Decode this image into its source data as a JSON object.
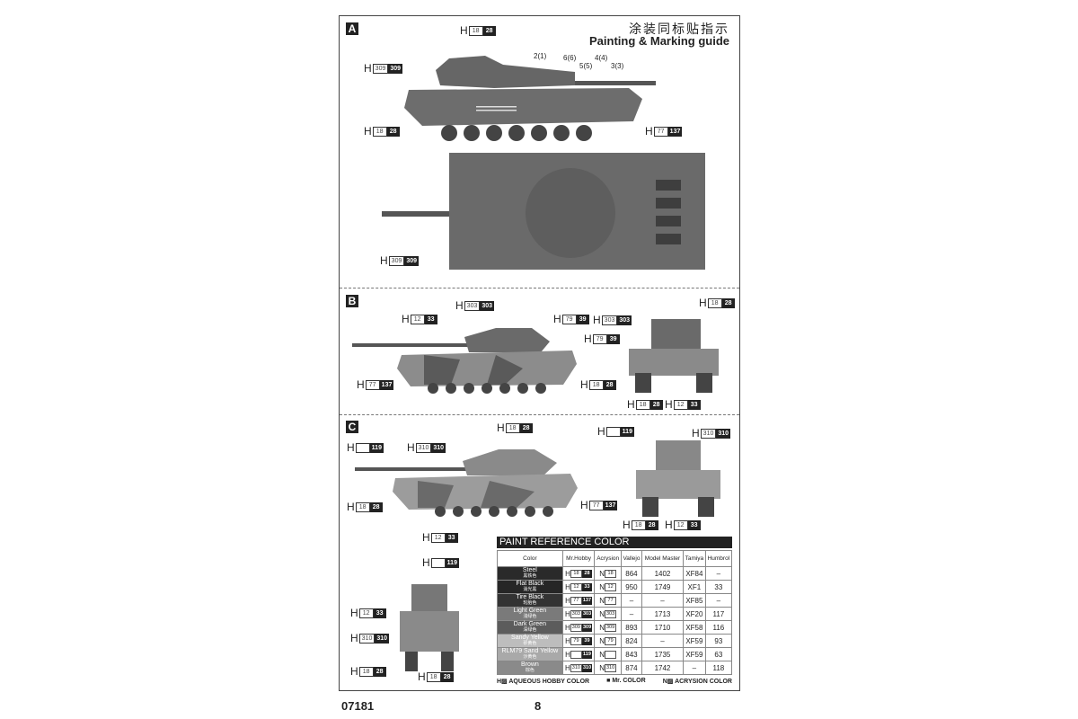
{
  "title_cn": "涂装同标贴指示",
  "title_en": "Painting & Marking guide",
  "sections": [
    "A",
    "B",
    "C"
  ],
  "markings": [
    "2(1)",
    "6(6)",
    "5(5)",
    "4(4)",
    "3(3)"
  ],
  "callouts": [
    [
      "18",
      "28"
    ],
    [
      "309",
      "309"
    ],
    [
      "18",
      "28"
    ],
    [
      "77",
      "137"
    ],
    [
      "309",
      "309"
    ],
    [
      "303",
      "303"
    ],
    [
      "12",
      "33"
    ],
    [
      "79",
      "39"
    ],
    [
      "77",
      "137"
    ],
    [
      "18",
      "28"
    ],
    [
      "303",
      "303"
    ],
    [
      "18",
      "28"
    ],
    [
      "79",
      "39"
    ],
    [
      "18",
      "28"
    ],
    [
      "12",
      "33"
    ],
    [
      "18",
      "28"
    ],
    [
      "",
      "119"
    ],
    [
      "310",
      "310"
    ],
    [
      "77",
      "137"
    ],
    [
      "18",
      "28"
    ],
    [
      "12",
      "33"
    ],
    [
      "",
      "119"
    ],
    [
      "310",
      "310"
    ],
    [
      "18",
      "28"
    ],
    [
      "12",
      "33"
    ],
    [
      "",
      "119"
    ],
    [
      "12",
      "33"
    ],
    [
      "310",
      "310"
    ],
    [
      "18",
      "28"
    ],
    [
      "18",
      "28"
    ]
  ],
  "callout_prefix": "H",
  "paint_table": {
    "title": "PAINT REFERENCE COLOR",
    "headers": [
      "Color",
      "Mr.Hobby",
      "Acrysion",
      "Vallejo",
      "Model Master",
      "Tamiya",
      "Humbrol"
    ],
    "rows": [
      {
        "name": "Steel",
        "cn": "黑铁色",
        "bg": "#2a2a2a",
        "h": [
          "18",
          "28"
        ],
        "n": "18",
        "vallejo": "864",
        "mm": "1402",
        "tamiya": "XF84",
        "humbrol": "–"
      },
      {
        "name": "Flat Black",
        "cn": "消光黑",
        "bg": "#262626",
        "h": [
          "12",
          "33"
        ],
        "n": "12",
        "vallejo": "950",
        "mm": "1749",
        "tamiya": "XF1",
        "humbrol": "33"
      },
      {
        "name": "Tire Black",
        "cn": "轮胎色",
        "bg": "#333333",
        "h": [
          "77",
          "137"
        ],
        "n": "77",
        "vallejo": "–",
        "mm": "–",
        "tamiya": "XF85",
        "humbrol": "–"
      },
      {
        "name": "Light Green",
        "cn": "浅绿色",
        "bg": "#7a7a7a",
        "h": [
          "303",
          "303"
        ],
        "n": "303",
        "vallejo": "–",
        "mm": "1713",
        "tamiya": "XF20",
        "humbrol": "117"
      },
      {
        "name": "Dark Green",
        "cn": "深绿色",
        "bg": "#5c5c5c",
        "h": [
          "309",
          "309"
        ],
        "n": "309",
        "vallejo": "893",
        "mm": "1710",
        "tamiya": "XF58",
        "humbrol": "116"
      },
      {
        "name": "Sandy Yellow",
        "cn": "砂黄色",
        "bg": "#bdbdbd",
        "h": [
          "79",
          "39"
        ],
        "n": "79",
        "vallejo": "824",
        "mm": "–",
        "tamiya": "XF59",
        "humbrol": "93"
      },
      {
        "name": "RLM79 Sand Yellow",
        "cn": "沙黄色",
        "bg": "#a9a9a9",
        "h": [
          "",
          "119"
        ],
        "n": "",
        "vallejo": "843",
        "mm": "1735",
        "tamiya": "XF59",
        "humbrol": "63"
      },
      {
        "name": "Brown",
        "cn": "棕色",
        "bg": "#8a8a8a",
        "h": [
          "310",
          "310"
        ],
        "n": "310",
        "vallejo": "874",
        "mm": "1742",
        "tamiya": "–",
        "humbrol": "118"
      }
    ],
    "legend": [
      "AQUEOUS HOBBY COLOR",
      "Mr. COLOR",
      "ACRYSION COLOR"
    ]
  },
  "footer": {
    "code": "07181",
    "page": "8"
  }
}
